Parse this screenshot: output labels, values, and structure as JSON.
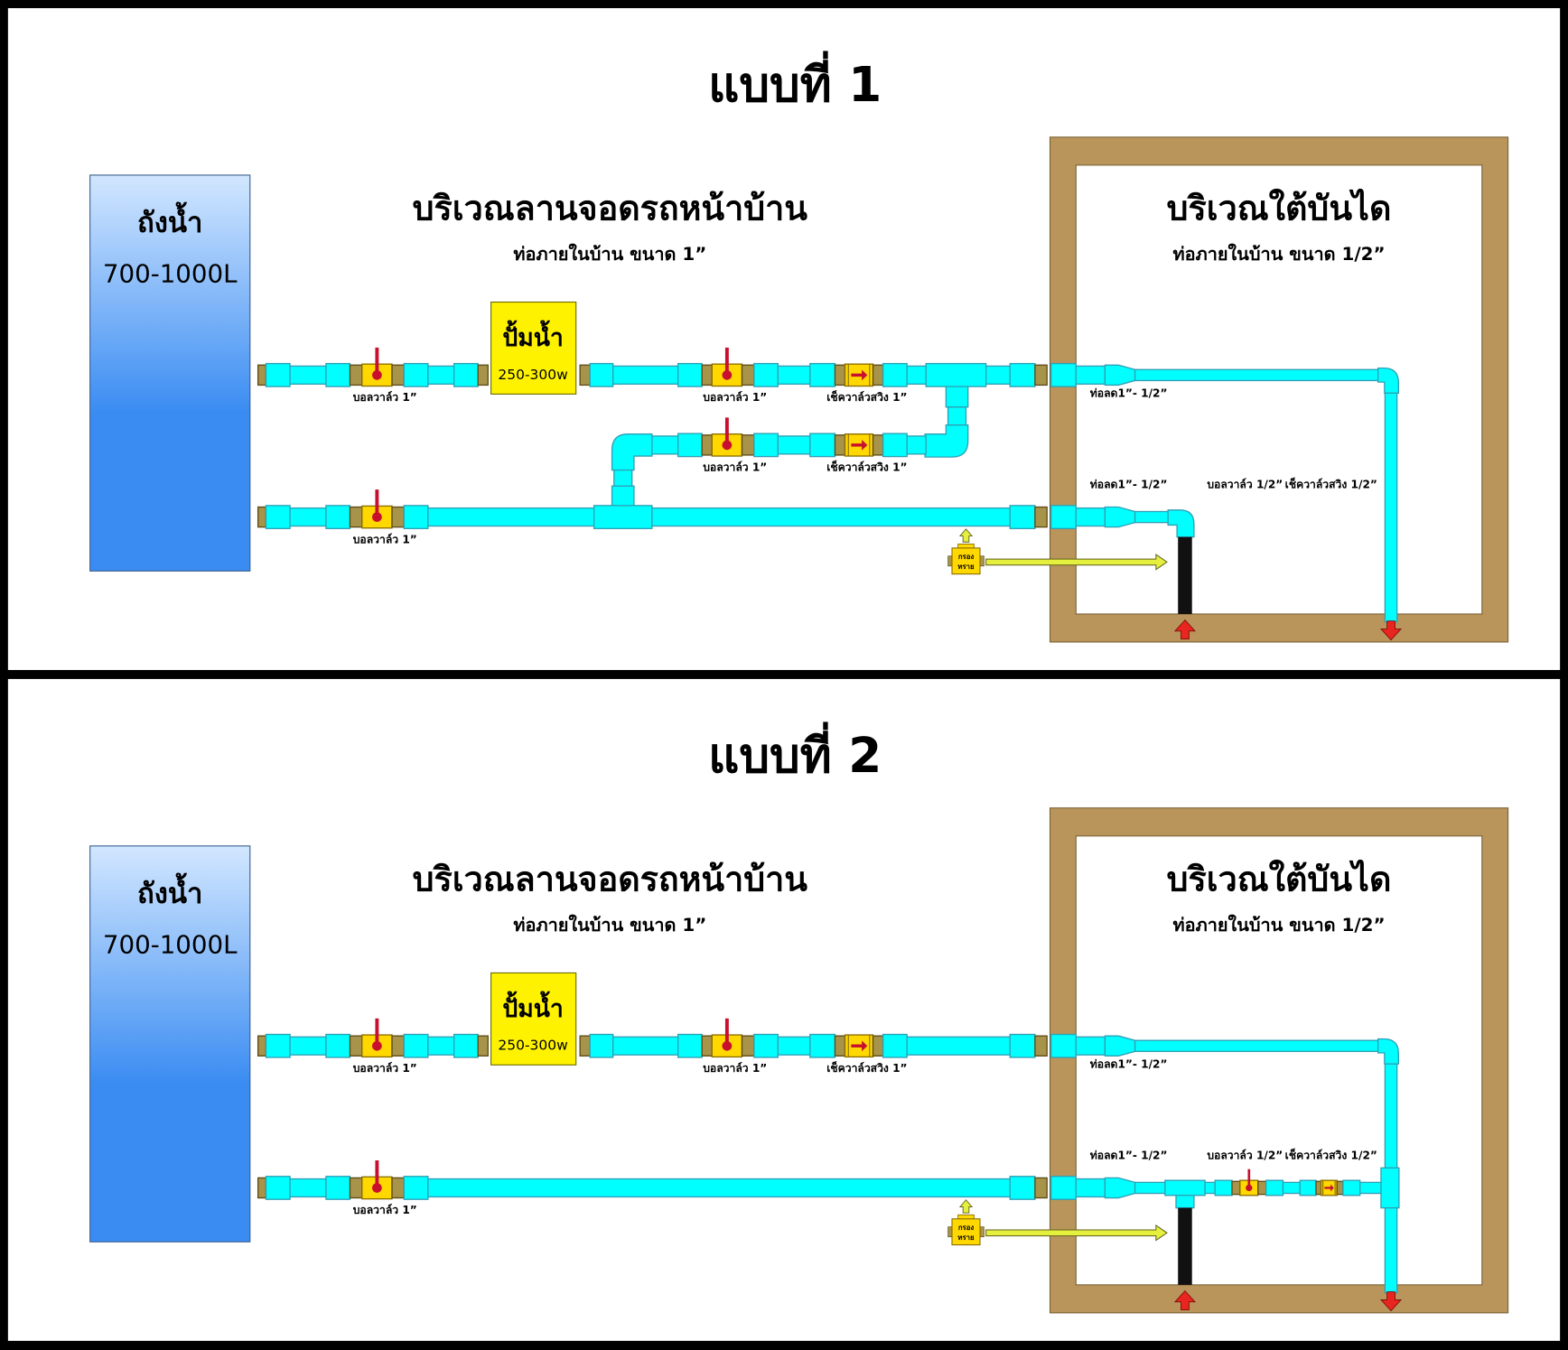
{
  "panels": [
    {
      "title": "แบบที่ 1",
      "tank": {
        "label": "ถังน้ำ",
        "capacity": "700-1000L"
      },
      "outdoor": {
        "title": "บริเวณลานจอดรถหน้าบ้าน",
        "pipe_note": "ท่อภายในบ้าน ขนาด 1”"
      },
      "indoor": {
        "title": "บริเวณใต้บันได",
        "pipe_note": "ท่อภายในบ้าน ขนาด 1/2”"
      },
      "pump": {
        "label": "ปั้มน้ำ",
        "power": "250-300w"
      },
      "filter": {
        "line1": "กรอง",
        "line2": "ทราย"
      },
      "labels": {
        "inlet_ball_valve": "บอลวาล์ว 1”",
        "outlet_ball_valve": "บอลวาล์ว 1”",
        "outlet_check_valve": "เช็ควาล์วสวิง 1”",
        "bypass_ball_valve": "บอลวาล์ว 1”",
        "bypass_check_valve": "เช็ควาล์วสวิง 1”",
        "direct_ball_valve": "บอลวาล์ว 1”",
        "upper_reducer": "ท่อลด1”- 1/2”",
        "lower_reducer": "ท่อลด1”- 1/2”",
        "indoor_ball_valve": "บอลวาล์ว 1/2”",
        "indoor_check_valve": "เช็ควาล์วสวิง 1/2”"
      }
    },
    {
      "title": "แบบที่ 2",
      "tank": {
        "label": "ถังน้ำ",
        "capacity": "700-1000L"
      },
      "outdoor": {
        "title": "บริเวณลานจอดรถหน้าบ้าน",
        "pipe_note": "ท่อภายในบ้าน ขนาด 1”"
      },
      "indoor": {
        "title": "บริเวณใต้บันได",
        "pipe_note": "ท่อภายในบ้าน ขนาด 1/2”"
      },
      "pump": {
        "label": "ปั้มน้ำ",
        "power": "250-300w"
      },
      "filter": {
        "line1": "กรอง",
        "line2": "ทราย"
      },
      "labels": {
        "inlet_ball_valve": "บอลวาล์ว 1”",
        "outlet_ball_valve": "บอลวาล์ว 1”",
        "outlet_check_valve": "เช็ควาล์วสวิง 1”",
        "direct_ball_valve": "บอลวาล์ว 1”",
        "upper_reducer": "ท่อลด1”- 1/2”",
        "lower_reducer": "ท่อลด1”- 1/2”",
        "indoor_ball_valve": "บอลวาล์ว 1/2”",
        "indoor_check_valve": "เช็ควาล์วสวิง 1/2”"
      }
    }
  ],
  "colors": {
    "pipe": "#00ffff",
    "pipe_outline": "#2f9fb4",
    "fitting_brass": "#a8934a",
    "brass_outline": "#5c4b16",
    "valve_body": "#ffd800",
    "valve_outline": "#8a6d00",
    "valve_handle": "#c8102e",
    "pump_fill": "#fff200",
    "stair_frame": "#b9955b",
    "tank_top": "#d2e7ff",
    "tank_bottom": "#3a8cf2",
    "tank_outline": "#3d5f8f",
    "drain_pipe": "#111111",
    "flow_arrow": "#e8251f",
    "filter_arrow": "#e4ef3e"
  }
}
